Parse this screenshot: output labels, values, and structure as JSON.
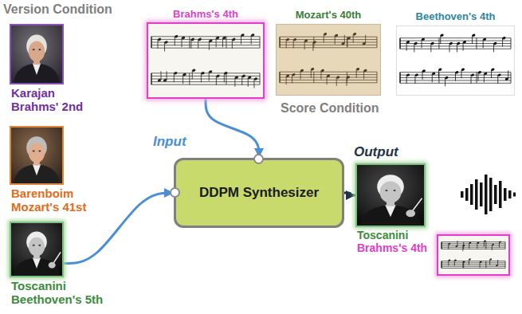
{
  "diagram": {
    "nodes": [
      {
        "text": [
          "Karajan",
          "Brahms' 2nd"
        ]
      },
      {
        "text": [
          "Barenboim",
          "Mozart's 41st"
        ]
      },
      {
        "text": [
          "Toscanini",
          "Beethoven's 5th"
        ]
      },
      {
        "text": [
          "Brahms's 4th"
        ]
      },
      {
        "text": [
          "Mozart's 40th"
        ]
      },
      {
        "text": [
          "Beethoven's 4th"
        ]
      },
      {
        "text": [
          "DDPM Synthesizer"
        ]
      },
      {
        "text": [
          "Toscanini",
          "Brahms's 4th"
        ]
      }
    ],
    "edges": [
      {
        "from": 3,
        "to": 6,
        "arrow": "to"
      },
      {
        "from": 2,
        "to": 6,
        "arrow": "to"
      },
      {
        "from": 6,
        "to": 7,
        "arrow": "to"
      }
    ],
    "labels": [
      "Version Condition",
      "Score Condition",
      "Input",
      "Output"
    ]
  }
}
